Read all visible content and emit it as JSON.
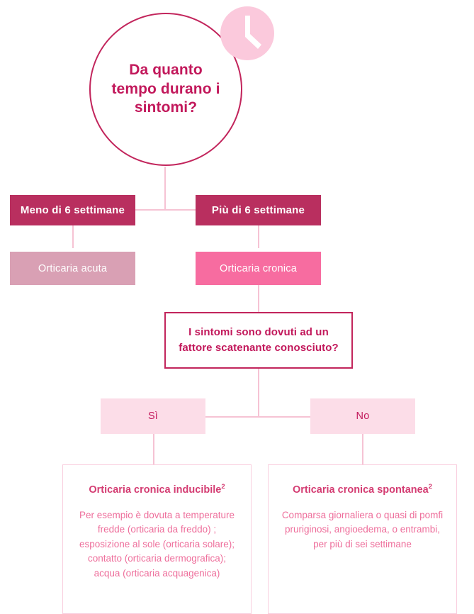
{
  "diagram": {
    "title_question": "Da quanto tempo durano i sintomi?",
    "icon": "clock-icon",
    "colors": {
      "crimson": "#c2185b",
      "dark_box": "#b92f5f",
      "dusty_pink": "#d9a0b4",
      "bright_pink": "#f76ca0",
      "pale_pink": "#fcdde8",
      "line": "#f6c3d4",
      "leaf_border": "#f9cfdf"
    },
    "branch_less": {
      "condition": "Meno di 6 settimane",
      "outcome": "Orticaria acuta"
    },
    "branch_more": {
      "condition": "Più di 6 settimane",
      "outcome": "Orticaria cronica"
    },
    "decision": "I sintomi sono dovuti ad un fattore scatenante conosciuto?",
    "answer_yes": "Sì",
    "answer_no": "No",
    "leaf_yes": {
      "title": "Orticaria cronica inducibile",
      "title_sup": "2",
      "body": "Per esempio è dovuta a temperature fredde (orticaria da freddo) ; esposizione al sole (orticaria solare); contatto (orticaria dermografica); acqua (orticaria acquagenica)"
    },
    "leaf_no": {
      "title": "Orticaria cronica spontanea",
      "title_sup": "2",
      "body": "Comparsa giornaliera o quasi di pomfi pruriginosi, angioedema, o entrambi, per più di sei settimane"
    }
  }
}
